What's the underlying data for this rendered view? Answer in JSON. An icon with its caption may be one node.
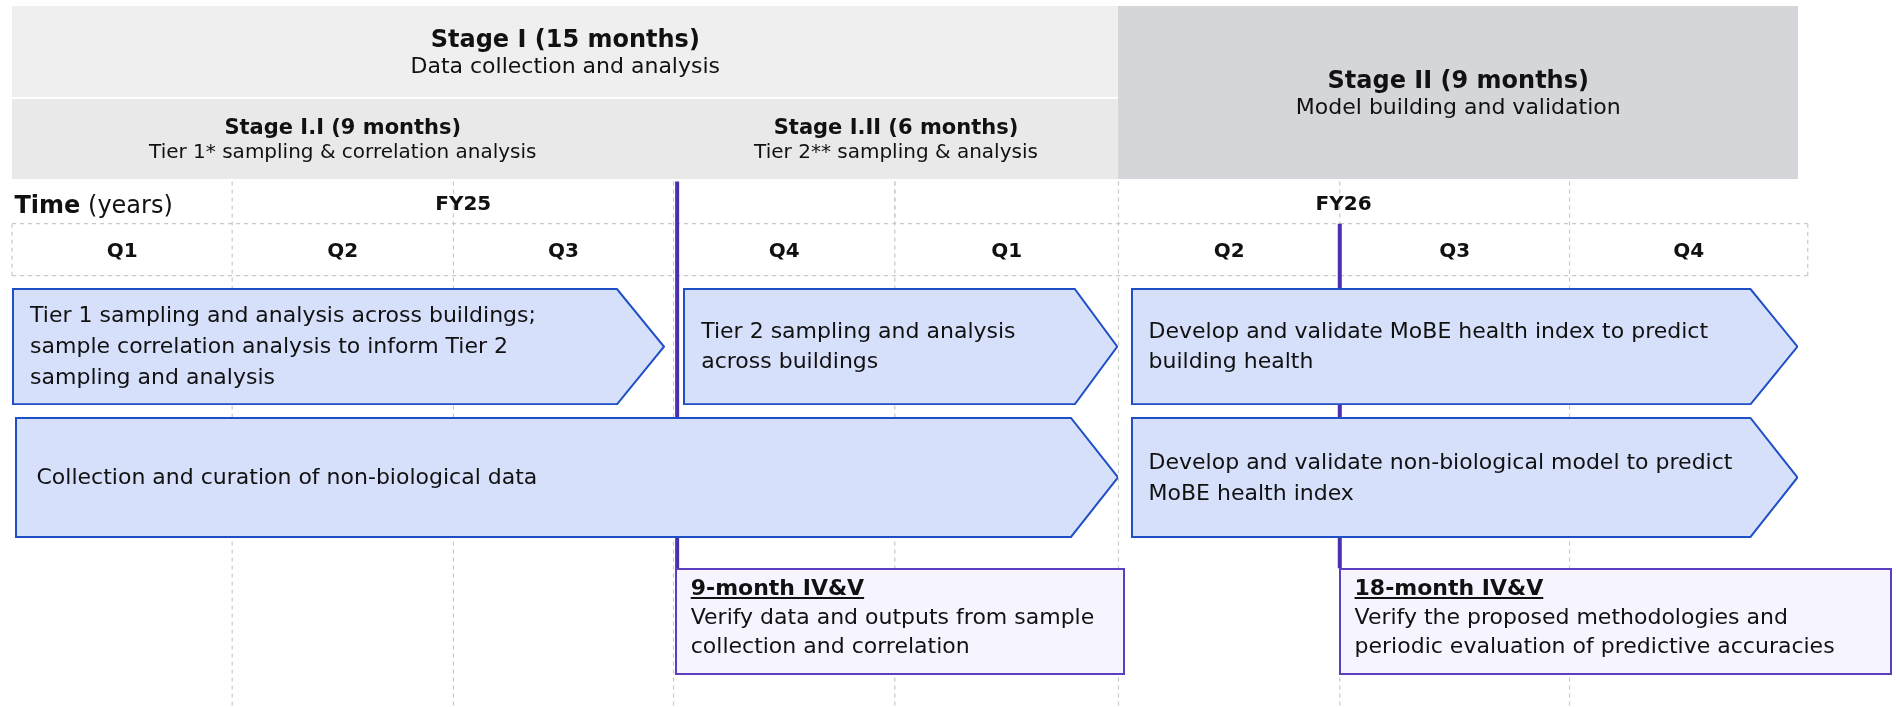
{
  "diagram": {
    "nodes": [
      {
        "text": [
          "Stage I (15 months)",
          "Data collection and analysis"
        ]
      },
      {
        "text": [
          "Stage II (9 months)",
          "Model building and validation"
        ]
      },
      {
        "text": [
          "Stage I.I (9 months)",
          "Tier 1* sampling & correlation analysis"
        ]
      },
      {
        "text": [
          "Stage I.II (6 months)",
          "Tier 2** sampling & analysis"
        ]
      },
      {
        "text": [
          "Tier 1 sampling and analysis across buildings; sample correlation analysis to inform Tier 2 sampling and analysis"
        ]
      },
      {
        "text": [
          "Tier 2 sampling and analysis across buildings"
        ]
      },
      {
        "text": [
          "Develop and validate MoBE health index to predict building health"
        ]
      },
      {
        "text": [
          "Collection and curation of non-biological data"
        ]
      },
      {
        "text": [
          "Develop and validate non-biological model to predict MoBE health index"
        ]
      },
      {
        "text": [
          "9-month IV&V",
          "Verify data and outputs from sample collection and correlation"
        ]
      },
      {
        "text": [
          "18-month IV&V",
          "Verify the proposed methodologies and periodic evaluation of predictive accuracies"
        ]
      }
    ],
    "edges": [],
    "labels": [
      "**Time** (years)",
      "FY25",
      "FY26",
      "Q1",
      "Q2",
      "Q3",
      "Q4",
      "Q1",
      "Q2",
      "Q3",
      "Q4"
    ]
  }
}
